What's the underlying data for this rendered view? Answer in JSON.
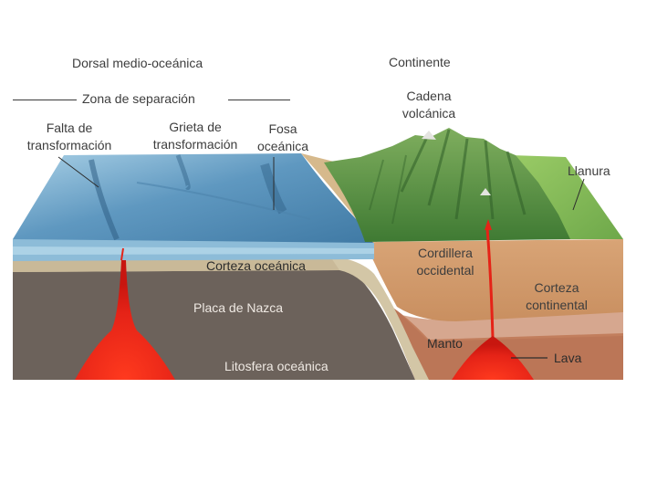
{
  "diagram": {
    "top_labels": {
      "ridge": "Dorsal medio-oceánica",
      "continent": "Continente",
      "separation_zone": "Zona de separación"
    },
    "surface_labels": {
      "transform_fault": [
        "Falta de",
        "transformación"
      ],
      "transform_rift": [
        "Grieta de",
        "transformación"
      ],
      "ocean_trench": [
        "Fosa",
        "oceánica"
      ],
      "volcanic_chain": [
        "Cadena",
        "volcánica"
      ],
      "plain": "Llanura"
    },
    "section_labels": {
      "oceanic_crust": "Corteza oceánica",
      "nazca_plate": "Placa de Nazca",
      "oceanic_lithosphere": "Litosfera oceánica",
      "western_cordillera": [
        "Cordillera",
        "occidental"
      ],
      "continental_crust": [
        "Corteza",
        "continental"
      ],
      "mantle": "Manto",
      "lava": "Lava"
    },
    "colors": {
      "ocean": "#5c95bd",
      "ocean_light": "#9cc6df",
      "mountains": "#4f8a3c",
      "plain": "#8bbd5a",
      "oceanic_crust": "#cdbf9e",
      "lithosphere": "#6e655f",
      "continental_crust": "#cf9a68",
      "mantle": "#b97456",
      "magma": "#e8261c"
    }
  }
}
